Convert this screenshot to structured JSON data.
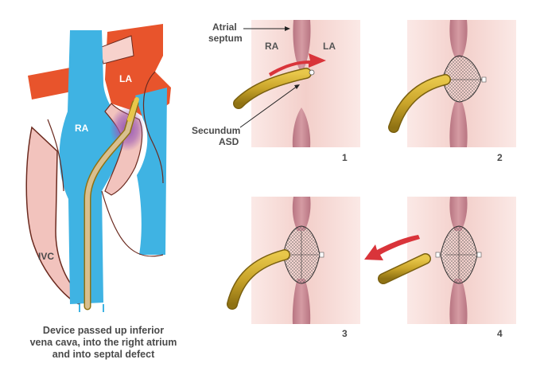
{
  "heart": {
    "label_la": "LA",
    "label_ra": "RA",
    "label_ivc": "IVC"
  },
  "caption": {
    "line1": "Device passed up inferior",
    "line2": "vena cava, into the right atrium",
    "line3": "and into septal defect"
  },
  "panels": {
    "label_ra": "RA",
    "label_la": "LA",
    "atrial_septum_line1": "Atrial",
    "atrial_septum_line2": "septum",
    "secundum_line1": "Secundum",
    "secundum_line2": "ASD",
    "step1": "1",
    "step2": "2",
    "step3": "3",
    "step4": "4"
  },
  "colors": {
    "atrium_blue": "#3fb3e3",
    "left_atrium_red": "#e8542c",
    "tissue_pink": "#f4c9c2",
    "panel_bg": "#f7dcd8",
    "septum": "#c98a93",
    "catheter": "#c9a42a",
    "arrow_red": "#d9343a",
    "defect_purple": "#7b4fa6"
  }
}
